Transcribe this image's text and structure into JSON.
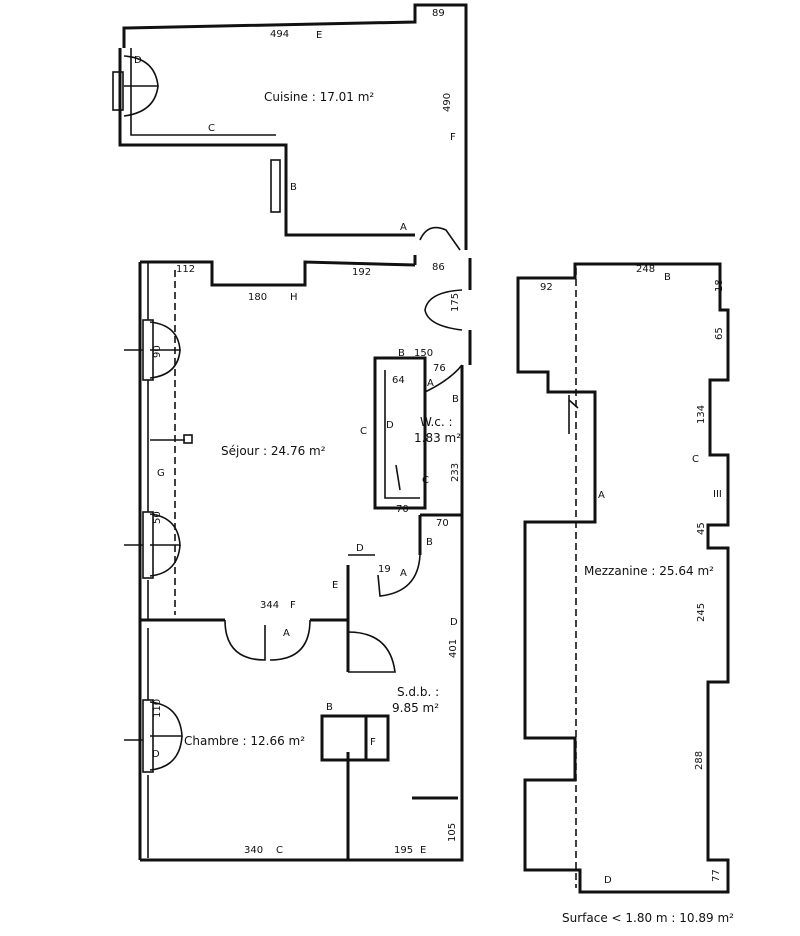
{
  "rooms": {
    "cuisine": "Cuisine : 17.01 m²",
    "sejour": "Séjour : 24.76 m²",
    "wc_1": "W.c. :",
    "wc_2": "1.83 m²",
    "sdb_1": "S.d.b. :",
    "sdb_2": "9.85 m²",
    "chambre": "Chambre : 12.66 m²",
    "mezzanine": "Mezzanine : 25.64 m²"
  },
  "dimensions": {
    "d_494": "494",
    "d_89": "89",
    "d_490": "490",
    "d_86": "86",
    "d_175": "175",
    "d_112": "112",
    "d_192": "192",
    "d_180": "180",
    "d_150": "150",
    "d_76": "76",
    "d_64": "64",
    "d_233": "233",
    "d_70a": "70",
    "d_70b": "70",
    "d_19": "19",
    "d_344": "344",
    "d_401": "401",
    "d_340": "340",
    "d_195": "195",
    "d_105": "105",
    "d_90": "90",
    "d_50": "50",
    "d_110": "110",
    "d_92": "92",
    "d_248": "248",
    "d_18": "18",
    "d_65": "65",
    "d_134": "134",
    "d_45": "45",
    "d_245": "245",
    "d_288": "288",
    "d_77": "77"
  },
  "tags": {
    "t_E1": "E",
    "t_F1": "F",
    "t_D1": "D",
    "t_C1": "C",
    "t_B1": "B",
    "t_A1": "A",
    "t_H": "H",
    "t_B2": "B",
    "t_A2": "A",
    "t_B3": "B",
    "t_C2": "C",
    "t_D2": "D",
    "t_C3": "C",
    "t_G": "G",
    "t_D3": "D",
    "t_E2": "E",
    "t_B4": "B",
    "t_A3": "A",
    "t_F2": "F",
    "t_A4": "A",
    "t_D4": "D",
    "t_B5": "B",
    "t_F3": "F",
    "t_D5": "D",
    "t_C4": "C",
    "t_E3": "E",
    "t_B6": "B",
    "t_A5": "A",
    "t_C5": "C",
    "t_III": "III",
    "t_D6": "D"
  },
  "footer": {
    "surface": "Surface < 1.80 m : 10.89 m²"
  }
}
